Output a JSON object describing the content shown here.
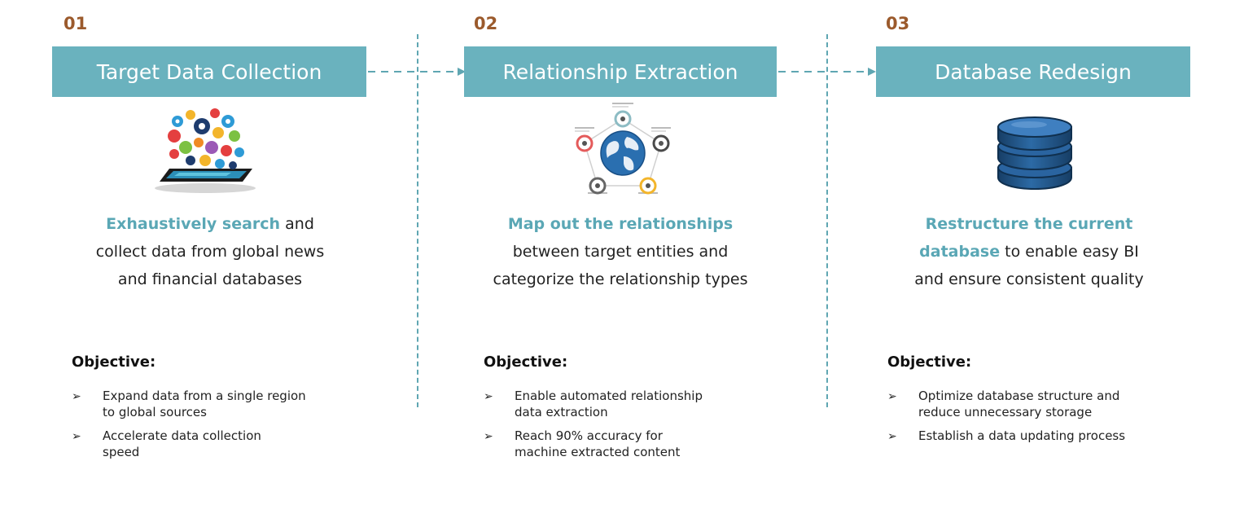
{
  "steps": [
    {
      "number": "01",
      "title": "Target Data Collection",
      "icon": "smartphone-apps-icon",
      "desc_highlight": "Exhaustively search",
      "desc_rest_1": " and",
      "desc_line2": "collect data from global news",
      "desc_line3": "and financial databases",
      "objective_title": "Objective:",
      "objectives": [
        {
          "line1": "Expand data from a single region",
          "line2": "to global sources"
        },
        {
          "line1": "Accelerate data collection",
          "line2": "speed"
        }
      ]
    },
    {
      "number": "02",
      "title": "Relationship Extraction",
      "icon": "globe-network-icon",
      "desc_highlight": "Map out the relationships",
      "desc_line2": "between target entities and",
      "desc_line3": "categorize the relationship types",
      "objective_title": "Objective:",
      "objectives": [
        {
          "line1": "Enable automated relationship",
          "line2": "data extraction"
        },
        {
          "line1": "Reach 90% accuracy for",
          "line2": "machine extracted content"
        }
      ]
    },
    {
      "number": "03",
      "title": "Database Redesign",
      "icon": "database-icon",
      "desc_highlight_1": "Restructure the current",
      "desc_highlight_2": "database",
      "desc_rest_2": " to enable easy BI",
      "desc_line3": "and ensure consistent quality",
      "objective_title": "Objective:",
      "objectives": [
        {
          "line1": "Optimize database structure and",
          "line2": "reduce unnecessary storage"
        },
        {
          "line1": "Establish a data updating process"
        }
      ]
    }
  ],
  "bullet_glyph": "➢",
  "colors": {
    "banner": "#6ab2be",
    "step_number": "#9b5a2c",
    "highlight": "#5aa7b5",
    "divider": "#5fa6b2",
    "database": "#1f4e79"
  }
}
